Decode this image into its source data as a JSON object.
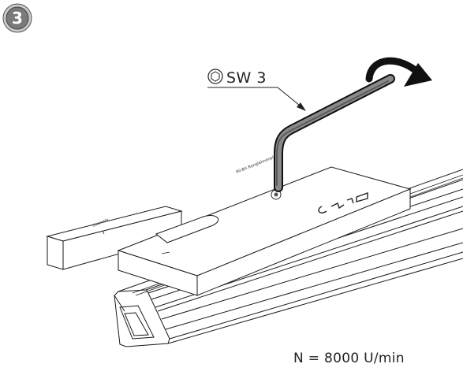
{
  "step": {
    "number": "3"
  },
  "callout": {
    "tool": "SW 3",
    "icon": "hex-socket-icon"
  },
  "spec": {
    "text": "N = 8000 U/min"
  },
  "jig": {
    "text_top": "90-BA Ranglehnenplatte",
    "text_slot": "Usarvsla",
    "logo": "ellipse-logo"
  },
  "colors": {
    "badge_fill": "#7a7a7a",
    "badge_ring": "#c9c9c9",
    "line": "#1a1a1a"
  }
}
